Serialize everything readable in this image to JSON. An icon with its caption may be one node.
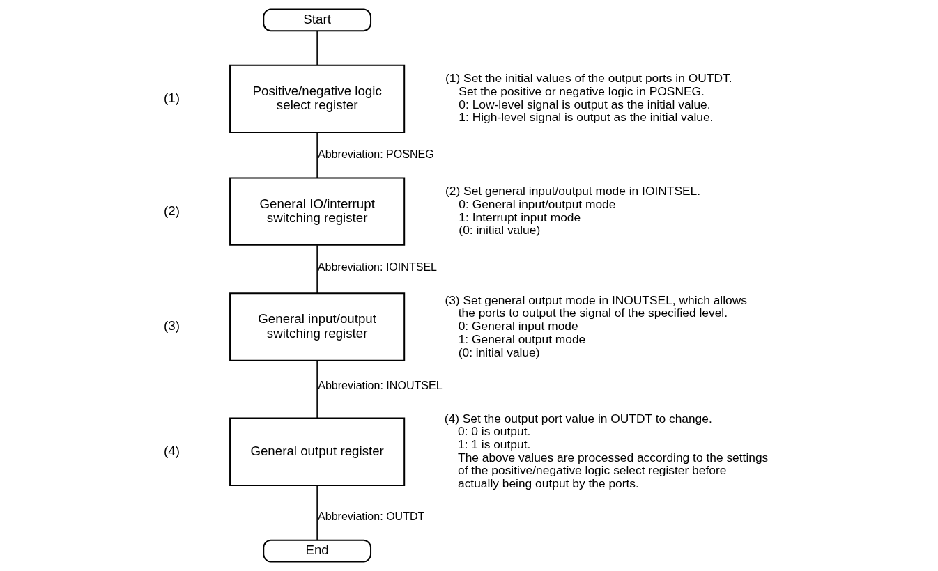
{
  "diagram": {
    "nodes": [
      {
        "text": [
          "Start"
        ]
      },
      {
        "text": [
          "Positive/negative logic select register"
        ],
        "beside": [
          "(1)",
          "(1) Set the initial values of the output ports in OUTDT.",
          "Set the positive or negative logic in POSNEG.",
          "0: Low-level signal is output as the initial value.",
          "1: High-level signal is output as the initial value."
        ]
      },
      {
        "text": [
          "General IO/interrupt switching register"
        ],
        "beside": [
          "(2)",
          "(2) Set general input/output mode in IOINTSEL.",
          "0: General input/output mode",
          "1: Interrupt input mode",
          "(0: initial value)"
        ]
      },
      {
        "text": [
          "General input/output switching register"
        ],
        "beside": [
          "(3)",
          "(3) Set general output mode in INOUTSEL, which allows the ports to output the signal of the specified level.",
          "0: General input mode",
          "1: General output mode",
          "(0: initial value)"
        ]
      },
      {
        "text": [
          "General output register"
        ],
        "beside": [
          "(4)",
          "(4) Set the output port value in OUTDT to change.",
          "0: 0 is output.",
          "1: 1 is output.",
          "The above values are processed according to the settings of the positive/negative logic select register before actually being output by the ports."
        ]
      },
      {
        "text": [
          "End"
        ]
      }
    ],
    "edges": [
      {
        "from": 0,
        "to": 1,
        "arrow": "none"
      },
      {
        "from": 1,
        "to": 2,
        "arrow": "none",
        "label": "Abbreviation: POSNEG"
      },
      {
        "from": 2,
        "to": 3,
        "arrow": "none",
        "label": "Abbreviation: IOINTSEL"
      },
      {
        "from": 3,
        "to": 4,
        "arrow": "none",
        "label": "Abbreviation: INOUTSEL"
      },
      {
        "from": 4,
        "to": 5,
        "arrow": "none",
        "label": "Abbreviation: OUTDT"
      }
    ]
  }
}
